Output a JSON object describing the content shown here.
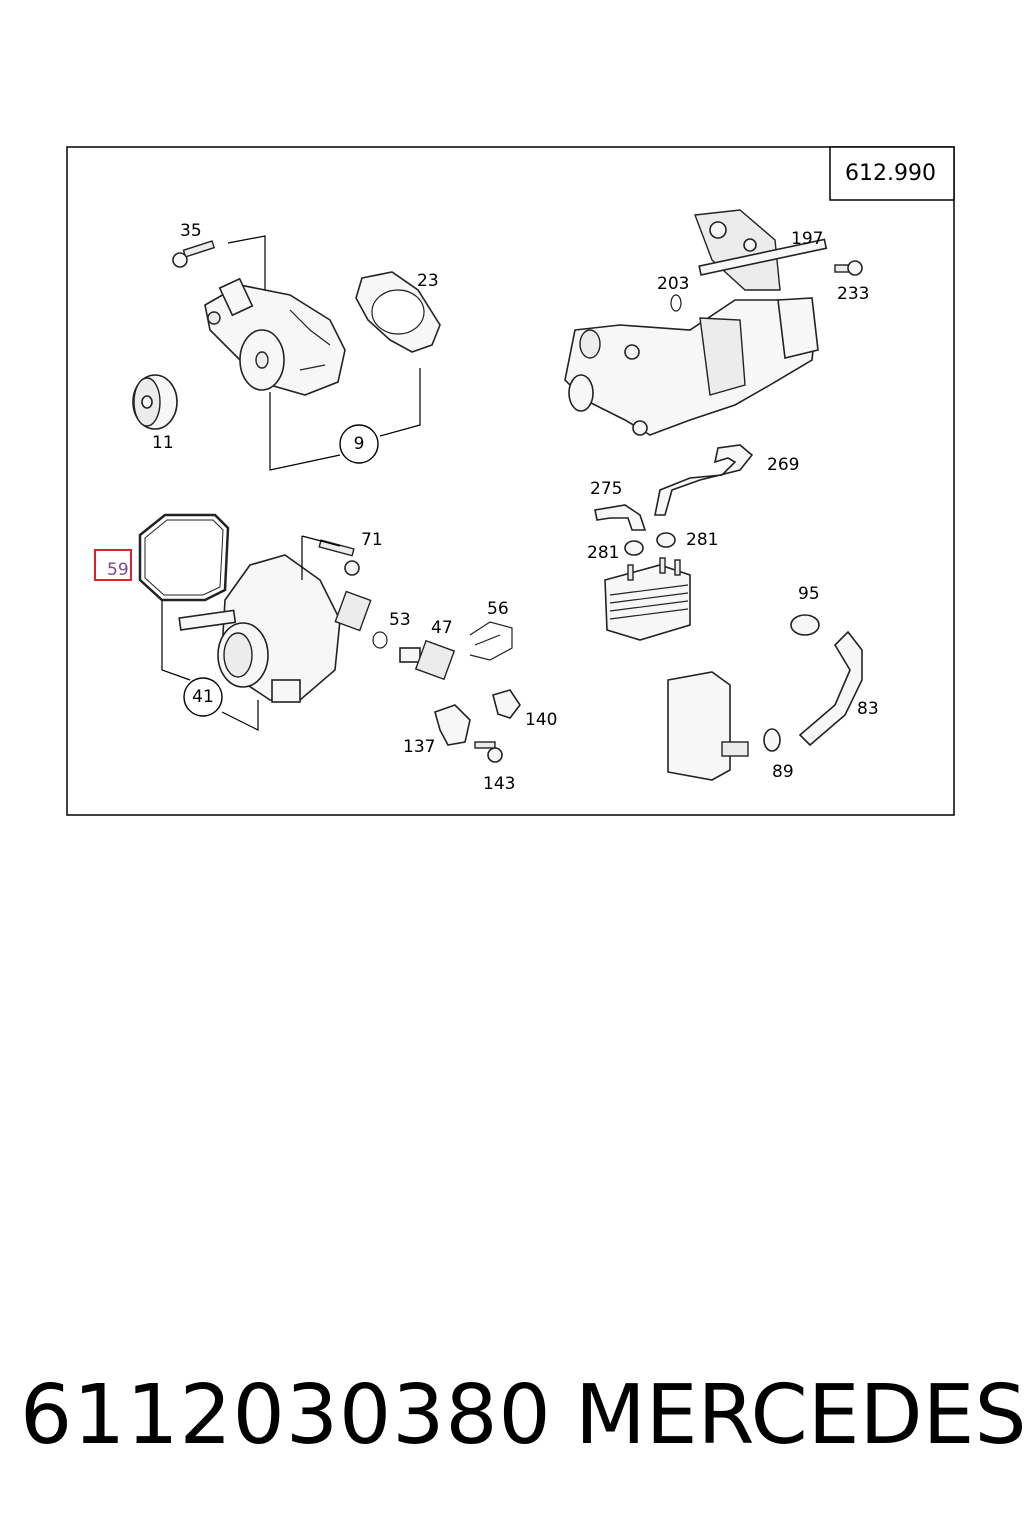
{
  "diagram": {
    "id": "612.990",
    "highlighted_label": "59",
    "labels": {
      "l35": "35",
      "l23": "23",
      "l11": "11",
      "l9": "9",
      "l197": "197",
      "l203": "203",
      "l233": "233",
      "l269": "269",
      "l275": "275",
      "l281a": "281",
      "l281b": "281",
      "l71": "71",
      "l53": "53",
      "l47": "47",
      "l56": "56",
      "l41": "41",
      "l95": "95",
      "l83": "83",
      "l89": "89",
      "l140": "140",
      "l137": "137",
      "l143": "143"
    }
  },
  "footer": {
    "part_number": "6112030380",
    "brand": "MERCEDES"
  },
  "colors": {
    "highlight_border": "#e0202a",
    "highlight_text": "#7a4b8c"
  }
}
